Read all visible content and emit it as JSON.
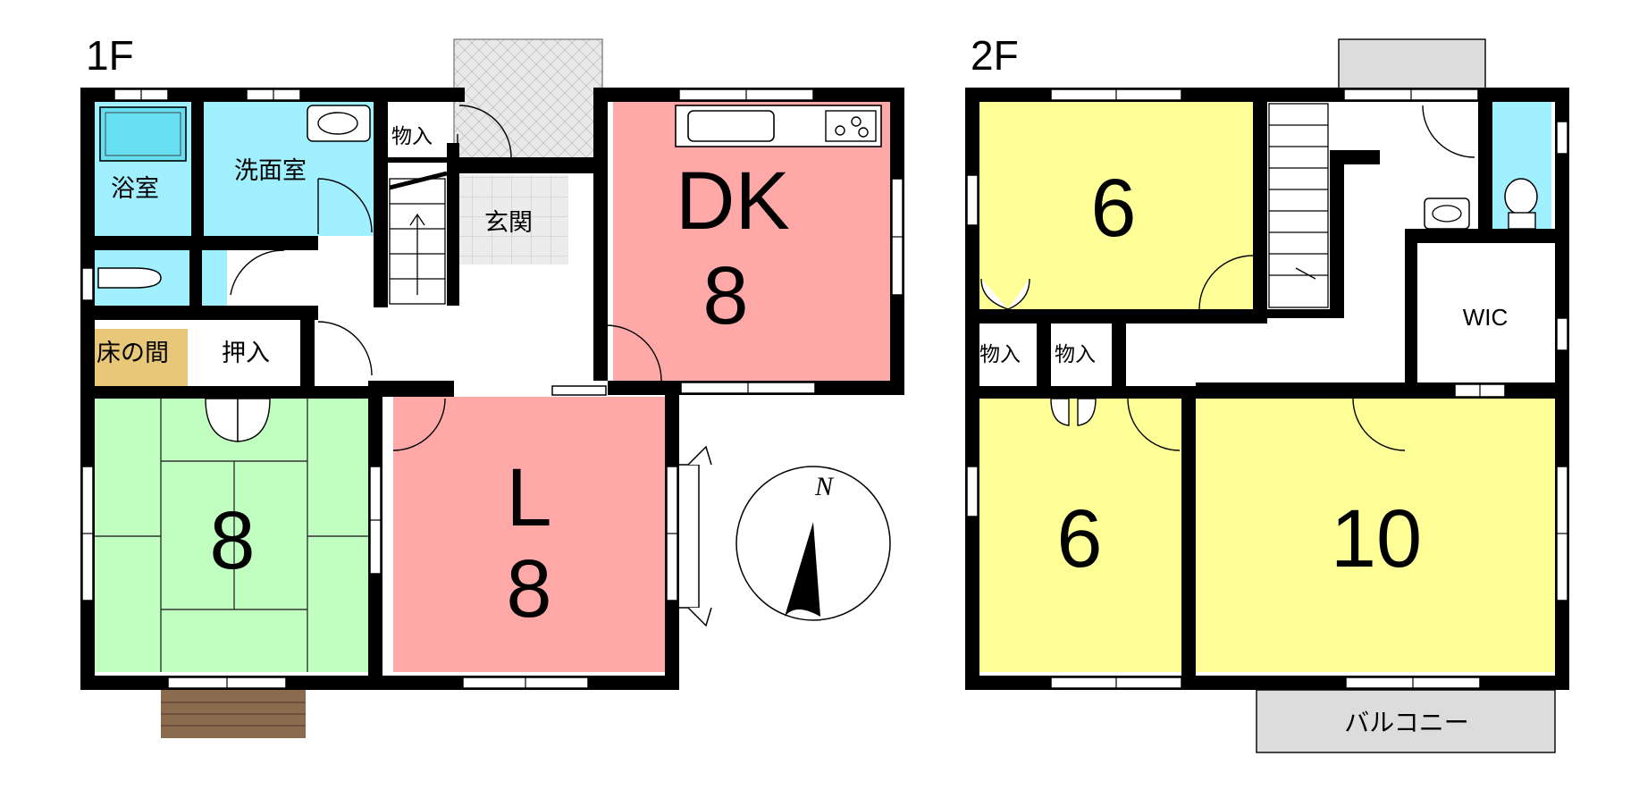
{
  "colors": {
    "wall": "#000000",
    "bath": "#a0f0ff",
    "tatami": "#c0ffc0",
    "living_dining": "#ffa8a8",
    "bedroom": "#ffff98",
    "entrance_tile": "#e6e6e6",
    "porch": "#dcdcdc",
    "tokonoma": "#e8c878",
    "deck": "#8b6b4e"
  },
  "floor1": {
    "label": "1F",
    "bath": "浴室",
    "washroom": "洗面室",
    "storage": "物入",
    "entrance": "玄関",
    "tokonoma": "床の間",
    "closet": "押入",
    "dk_name": "DK",
    "dk_size": "8",
    "japanese_size": "8",
    "living_name": "L",
    "living_size": "8"
  },
  "compass": {
    "label": "N",
    "icon": "north-arrow-icon"
  },
  "floor2": {
    "label": "2F",
    "room_nw_size": "6",
    "storage_left": "物入",
    "storage_right": "物入",
    "walk_in_closet": "WIC",
    "room_sw_size": "6",
    "room_se_size": "10",
    "balcony": "バルコニー"
  }
}
